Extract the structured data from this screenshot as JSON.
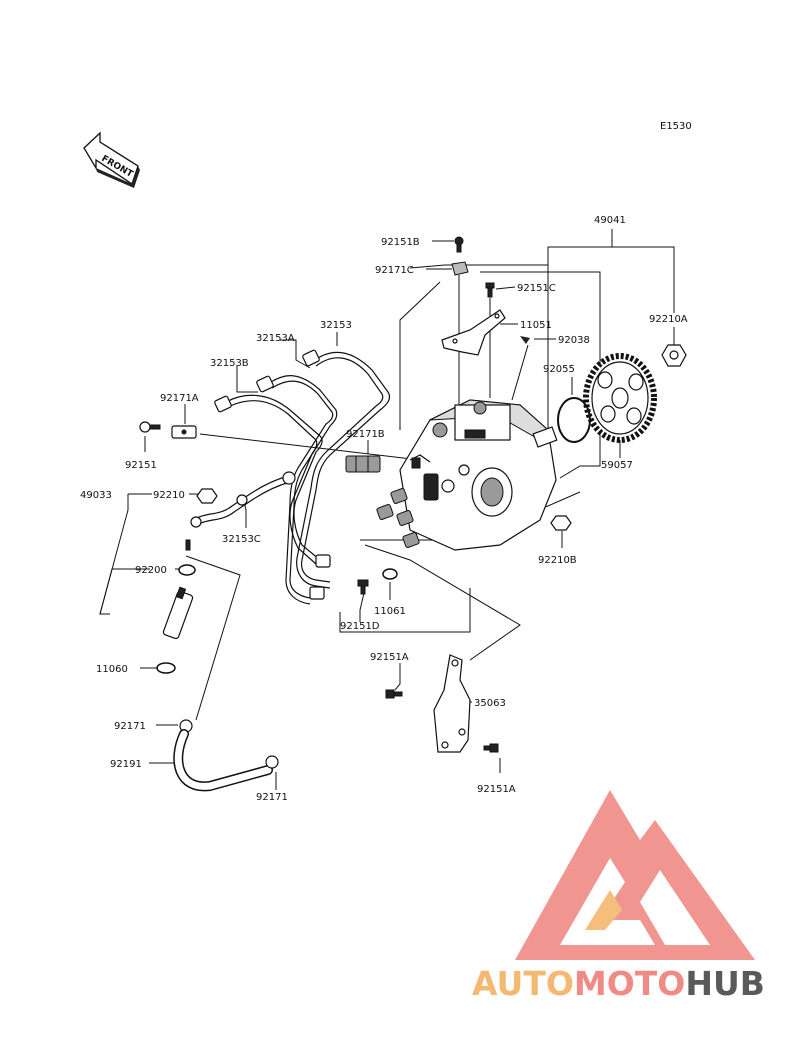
{
  "diagram_id": "E1530",
  "front_label": "FRONT",
  "part_labels": {
    "p49041": "49041",
    "p92151B": "92151B",
    "p92171C": "92171C",
    "p92151C": "92151C",
    "p11051": "11051",
    "p92038": "92038",
    "p92210A": "92210A",
    "p32153": "32153",
    "p32153A": "32153A",
    "p32153B": "32153B",
    "p92171A": "92171A",
    "p92171B": "92171B",
    "p92055": "92055",
    "p92151": "92151",
    "p59057": "59057",
    "p49033": "49033",
    "p92210": "92210",
    "p32153C": "32153C",
    "p92210B": "92210B",
    "p92200": "92200",
    "p11061": "11061",
    "p92151D": "92151D",
    "p11060": "11060",
    "p92151A_1": "92151A",
    "p35063": "35063",
    "p92171_1": "92171",
    "p92191": "92191",
    "p92171_2": "92171",
    "p92151A_2": "92151A"
  },
  "watermark": {
    "part1": "AUTO",
    "part2": "MOTO",
    "part3": "HUB",
    "colors": {
      "auto": "#f4b870",
      "moto": "#f08a85",
      "hub": "#5a5a5a",
      "logo": "#f08a85"
    }
  }
}
